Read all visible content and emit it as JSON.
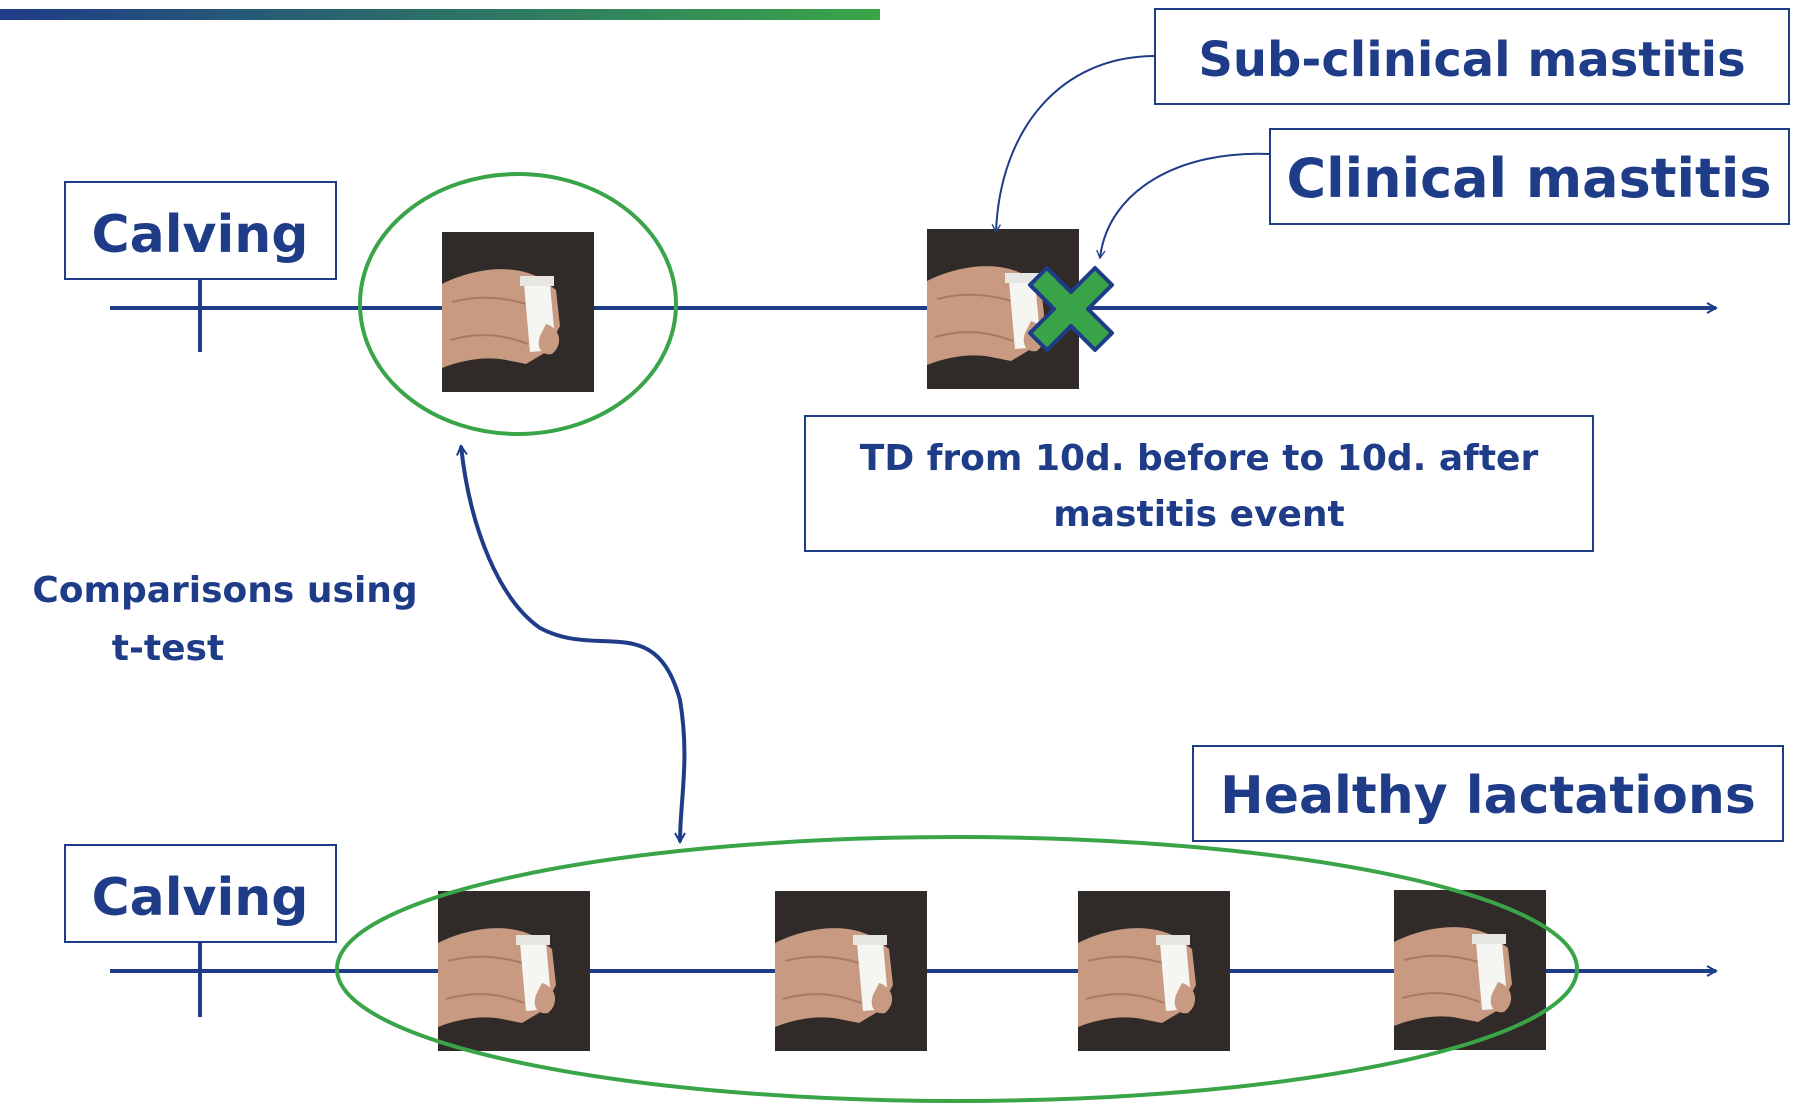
{
  "colors": {
    "navy": "#1f3c88",
    "green": "#3aa548",
    "photo_bg": "#2b2724",
    "hand": "#c89a82",
    "vial": "#f5f5f2",
    "gradient_start": "#1f3c88",
    "gradient_end": "#3aa548"
  },
  "labels": {
    "subclinical": "Sub-clinical mastitis",
    "clinical": "Clinical mastitis",
    "calving_top": "Calving",
    "calving_bottom": "Calving",
    "td_line1": "TD from 10d. before to 10d. after",
    "td_line2": "mastitis event",
    "comparisons_line1": "Comparisons using",
    "comparisons_line2": "t-test",
    "healthy": "Healthy lactations"
  },
  "icons": {
    "photo": "milk-sample-photo-icon",
    "marker": "cross-marker-icon"
  }
}
